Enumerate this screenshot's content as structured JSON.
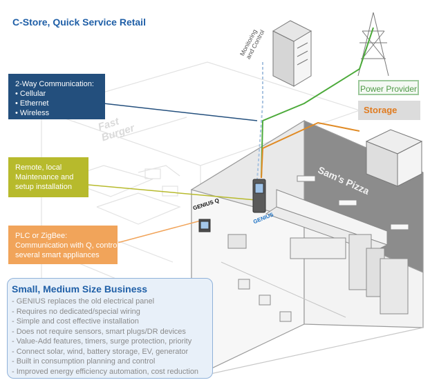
{
  "title": "C-Store, Quick Service Retail",
  "callouts": {
    "communication": {
      "heading": "2-Way Communication:",
      "items": [
        "• Cellular",
        "• Ethernet",
        "• Wireless"
      ]
    },
    "maintenance": {
      "lines": [
        "Remote, local",
        "Maintenance and",
        "setup installation"
      ]
    },
    "plc": {
      "lines": [
        "PLC or ZigBee:",
        "Communication with Q, control",
        "several smart appliances"
      ]
    }
  },
  "labels": {
    "power_provider": "Power Provider",
    "storage": "Storage",
    "monitoring": [
      "Monitoring",
      "and Control"
    ],
    "fast_burger": [
      "Fast",
      "Burger"
    ],
    "sams_pizza": "Sam's Pizza",
    "genius_q": "GENIUS Q",
    "genius": "GENIUS"
  },
  "business": {
    "title": "Small, Medium Size Business",
    "items": [
      "- GENIUS replaces the old electrical panel",
      "- Requires no dedicated/special wiring",
      "- Simple and cost effective installation",
      "- Does not require sensors, smart plugs/DR devices",
      "- Value-Add features, timers, surge protection, priority",
      "- Connect solar, wind, battery storage, EV, generator",
      "- Built in consumption planning and control",
      "- Improved energy efficiency automation, cost reduction"
    ]
  },
  "colors": {
    "title_blue": "#1f5fa7",
    "comm_navy": "#234f7d",
    "maint_olive": "#b7ba2c",
    "plc_orange": "#f1a45a",
    "power_green": "#4f9a47",
    "storage_orange": "#e07b1f"
  }
}
